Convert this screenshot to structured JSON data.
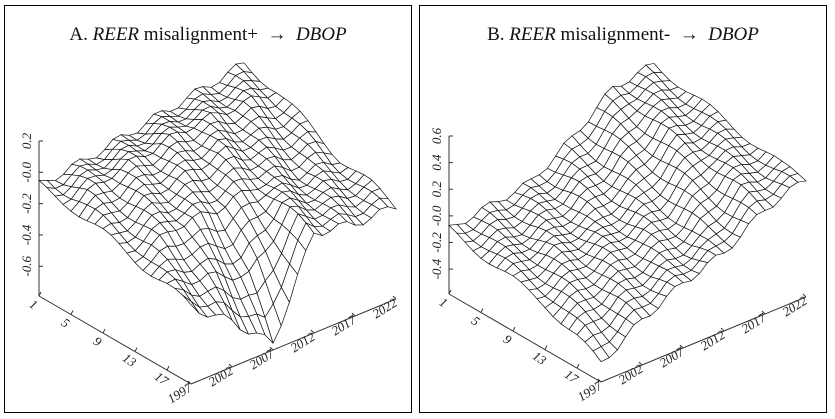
{
  "chart_data": [
    {
      "type": "surface",
      "title_prefix": "A.",
      "title_var": "REER",
      "title_mid": "misalignment+",
      "title_arrow": "→",
      "title_target": "DBOP",
      "horizon_ticks": [
        "1",
        "5",
        "9",
        "13",
        "17"
      ],
      "year_ticks": [
        "1997",
        "2002",
        "2007",
        "2012",
        "2017",
        "2022"
      ],
      "z_ticks": [
        "-0.6",
        "-0.4",
        "-0.2",
        "-0.0",
        "0.2"
      ],
      "zlim": [
        -0.79,
        0.2
      ],
      "horizons": [
        1,
        5,
        9,
        13,
        17,
        20
      ],
      "years": [
        1997,
        2002,
        2007,
        2012,
        2017,
        2022
      ],
      "z": [
        [
          -0.08,
          -0.05,
          0.0,
          0.05,
          0.1,
          0.15
        ],
        [
          -0.1,
          0.0,
          0.05,
          0.1,
          0.1,
          0.1
        ],
        [
          -0.15,
          -0.05,
          0.0,
          0.05,
          0.0,
          0.0
        ],
        [
          -0.2,
          -0.1,
          -0.1,
          -0.05,
          -0.1,
          -0.1
        ],
        [
          -0.25,
          -0.3,
          -0.4,
          -0.1,
          -0.15,
          -0.15
        ],
        [
          -0.3,
          -0.5,
          -0.75,
          -0.15,
          -0.2,
          -0.2
        ]
      ]
    },
    {
      "type": "surface",
      "title_prefix": "B.",
      "title_var": "REER",
      "title_mid": "misalignment-",
      "title_arrow": "→",
      "title_target": "DBOP",
      "horizon_ticks": [
        "1",
        "5",
        "9",
        "13",
        "17"
      ],
      "year_ticks": [
        "1997",
        "2002",
        "2007",
        "2012",
        "2017",
        "2022"
      ],
      "z_ticks": [
        "-0.4",
        "-0.2",
        "-0.0",
        "0.2",
        "0.4",
        "0.6"
      ],
      "zlim": [
        -0.587,
        0.6
      ],
      "horizons": [
        1,
        5,
        9,
        13,
        17,
        20
      ],
      "years": [
        1997,
        2002,
        2007,
        2012,
        2017,
        2022
      ],
      "z": [
        [
          -0.1,
          -0.05,
          0.0,
          0.2,
          0.45,
          0.5
        ],
        [
          -0.15,
          -0.1,
          0.0,
          0.15,
          0.4,
          0.45
        ],
        [
          -0.2,
          -0.1,
          -0.05,
          0.1,
          0.35,
          0.4
        ],
        [
          -0.25,
          -0.15,
          -0.05,
          0.05,
          0.3,
          0.35
        ],
        [
          -0.35,
          -0.2,
          -0.1,
          0.0,
          0.25,
          0.3
        ],
        [
          -0.45,
          -0.25,
          -0.1,
          0.0,
          0.2,
          0.3
        ]
      ]
    }
  ]
}
